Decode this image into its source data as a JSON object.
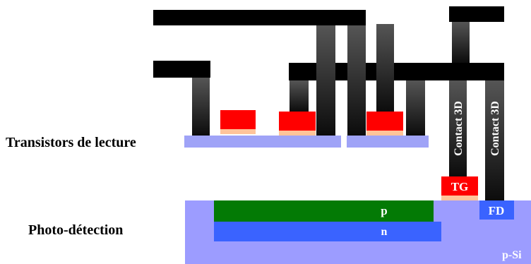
{
  "labels": {
    "readout_transistors": "Transistors de lecture",
    "photodetection": "Photo-détection",
    "p_region": "p",
    "n_region": "n",
    "substrate": "p-Si",
    "transfer_gate": "TG",
    "floating_diffusion": "FD",
    "contact_left": "Contact 3D",
    "contact_right": "Contact 3D"
  },
  "colors": {
    "metal": "#000000",
    "via_dark": "#111111",
    "via_light": "#555555",
    "gate": "#ff0000",
    "gate_oxide": "#ffc49a",
    "active_area": "#9fa3f7",
    "substrate": "#9c9cff",
    "p_region": "#037a05",
    "n_region": "#3a63ff",
    "fd": "#3a63ff",
    "label_light": "#ffffff",
    "label_dark": "#000000"
  }
}
